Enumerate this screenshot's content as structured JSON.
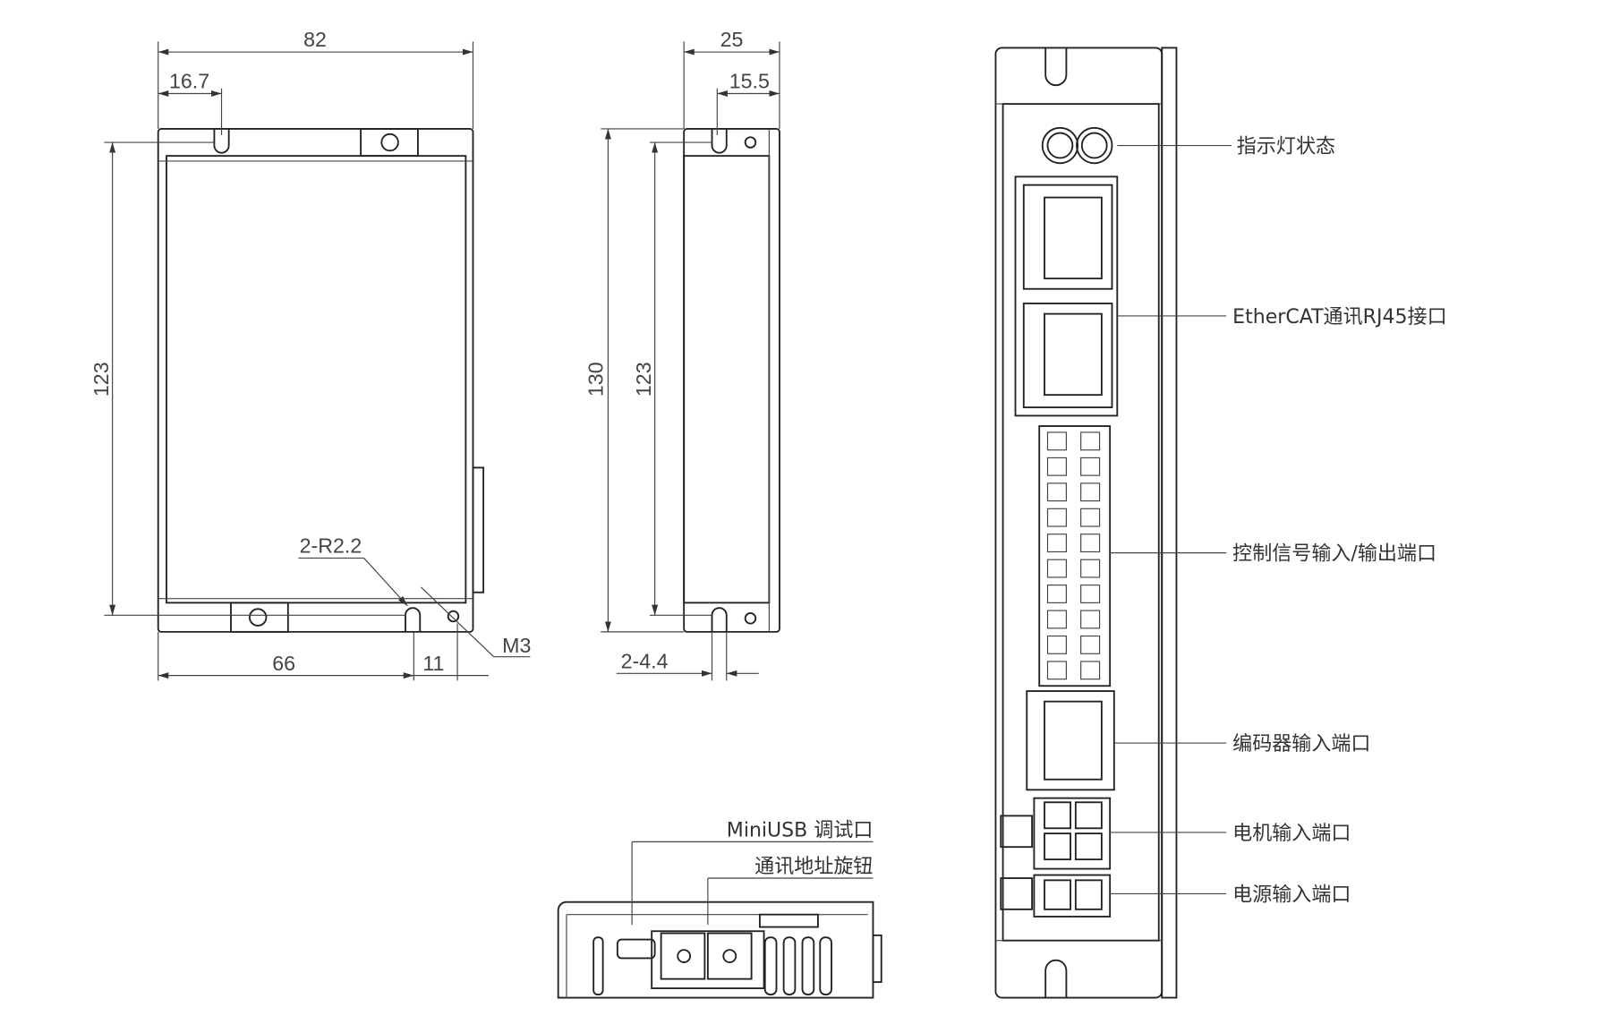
{
  "front_view": {
    "width": "82",
    "hole_offset": "16.7",
    "height": "123",
    "bottom_left": "66",
    "bottom_right": "11",
    "radius": "2-R2.2",
    "screw": "M3"
  },
  "side_view": {
    "width": "25",
    "offset": "15.5",
    "total_height": "130",
    "mount_height": "123",
    "holes": "2-4.4"
  },
  "bottom_view": {
    "usb_label": "MiniUSB 调试口",
    "rotary_label": "通讯地址旋钮"
  },
  "panel_labels": {
    "led": "指示灯状态",
    "ethercat": "EtherCAT通讯RJ45接口",
    "control": "控制信号输入/输出端口",
    "encoder": "编码器输入端口",
    "motor": "电机输入端口",
    "power": "电源输入端口"
  }
}
